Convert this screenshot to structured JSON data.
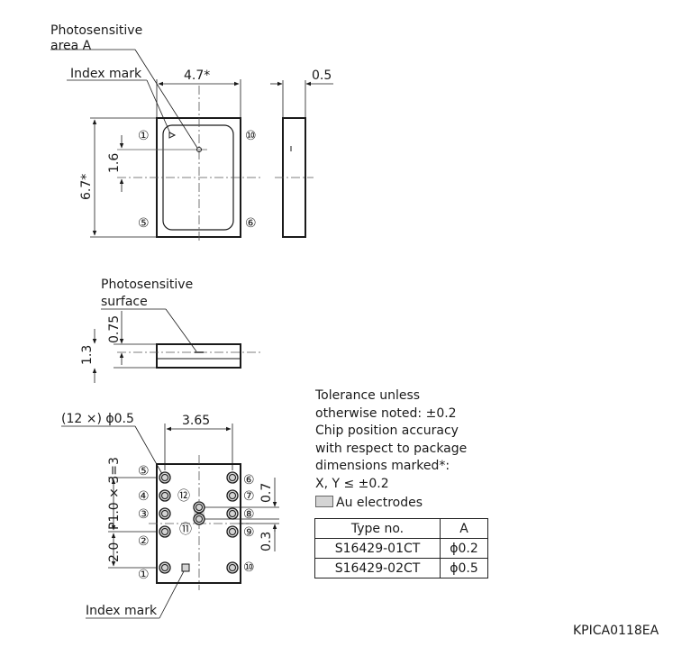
{
  "labels": {
    "photosensitive_area": [
      "Photosensitive",
      "area A"
    ],
    "index_mark_top": "Index mark",
    "dim_width": "4.7*",
    "dim_thickness": "0.5",
    "dim_height": "6.7*",
    "dim_16": "1.6",
    "photosensitive_surface": [
      "Photosensitive",
      "surface"
    ],
    "dim_075": "0.75",
    "dim_13": "1.3",
    "dim_365": "3.65",
    "electrode_callout": "(12 ×) ϕ0.5",
    "dim_pitch": "P1.0 × 3=3",
    "dim_20": "2.0",
    "dim_07": "0.7",
    "dim_03": "0.3",
    "index_mark_bottom": "Index mark"
  },
  "pins_top": [
    "①",
    "⑤",
    "⑥",
    "⑩"
  ],
  "pins_bottom": [
    "⑤",
    "④",
    "③",
    "②",
    "①",
    "⑫",
    "⑪",
    "⑥",
    "⑦",
    "⑧",
    "⑨",
    "⑩"
  ],
  "notes": [
    "Tolerance unless",
    "otherwise noted: ±0.2",
    "Chip position accuracy",
    "with respect to package",
    "dimensions marked*:",
    "X, Y ≤ ±0.2"
  ],
  "legend": {
    "label": "Au electrodes",
    "swatch_color": "#d4d4d4"
  },
  "table": {
    "headers": [
      "Type no.",
      "A"
    ],
    "rows": [
      [
        "S16429-01CT",
        "ϕ0.2"
      ],
      [
        "S16429-02CT",
        "ϕ0.5"
      ]
    ]
  },
  "drawing_code": "KPICA0118EA"
}
